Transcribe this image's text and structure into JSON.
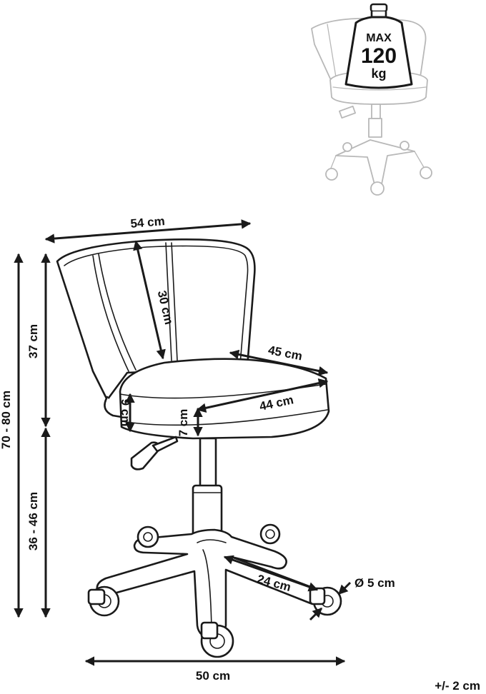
{
  "weight_badge": {
    "line1": "MAX",
    "line2": "120",
    "line3": "kg"
  },
  "dimensions": {
    "backrest_width": "54 cm",
    "backrest_height": "30 cm",
    "seat_depth": "45 cm",
    "seat_width": "44 cm",
    "armrest_gap": "9 cm",
    "seat_thickness": "7 cm",
    "back_height": "37 cm",
    "total_height": "70 - 80 cm",
    "seat_height": "36 - 46 cm",
    "leg_length": "24 cm",
    "caster_diameter": "Ø 5 cm",
    "base_width": "50 cm"
  },
  "tolerance": "+/- 2 cm",
  "colors": {
    "line": "#1a1a1a",
    "ghost": "#b8b8b8"
  }
}
